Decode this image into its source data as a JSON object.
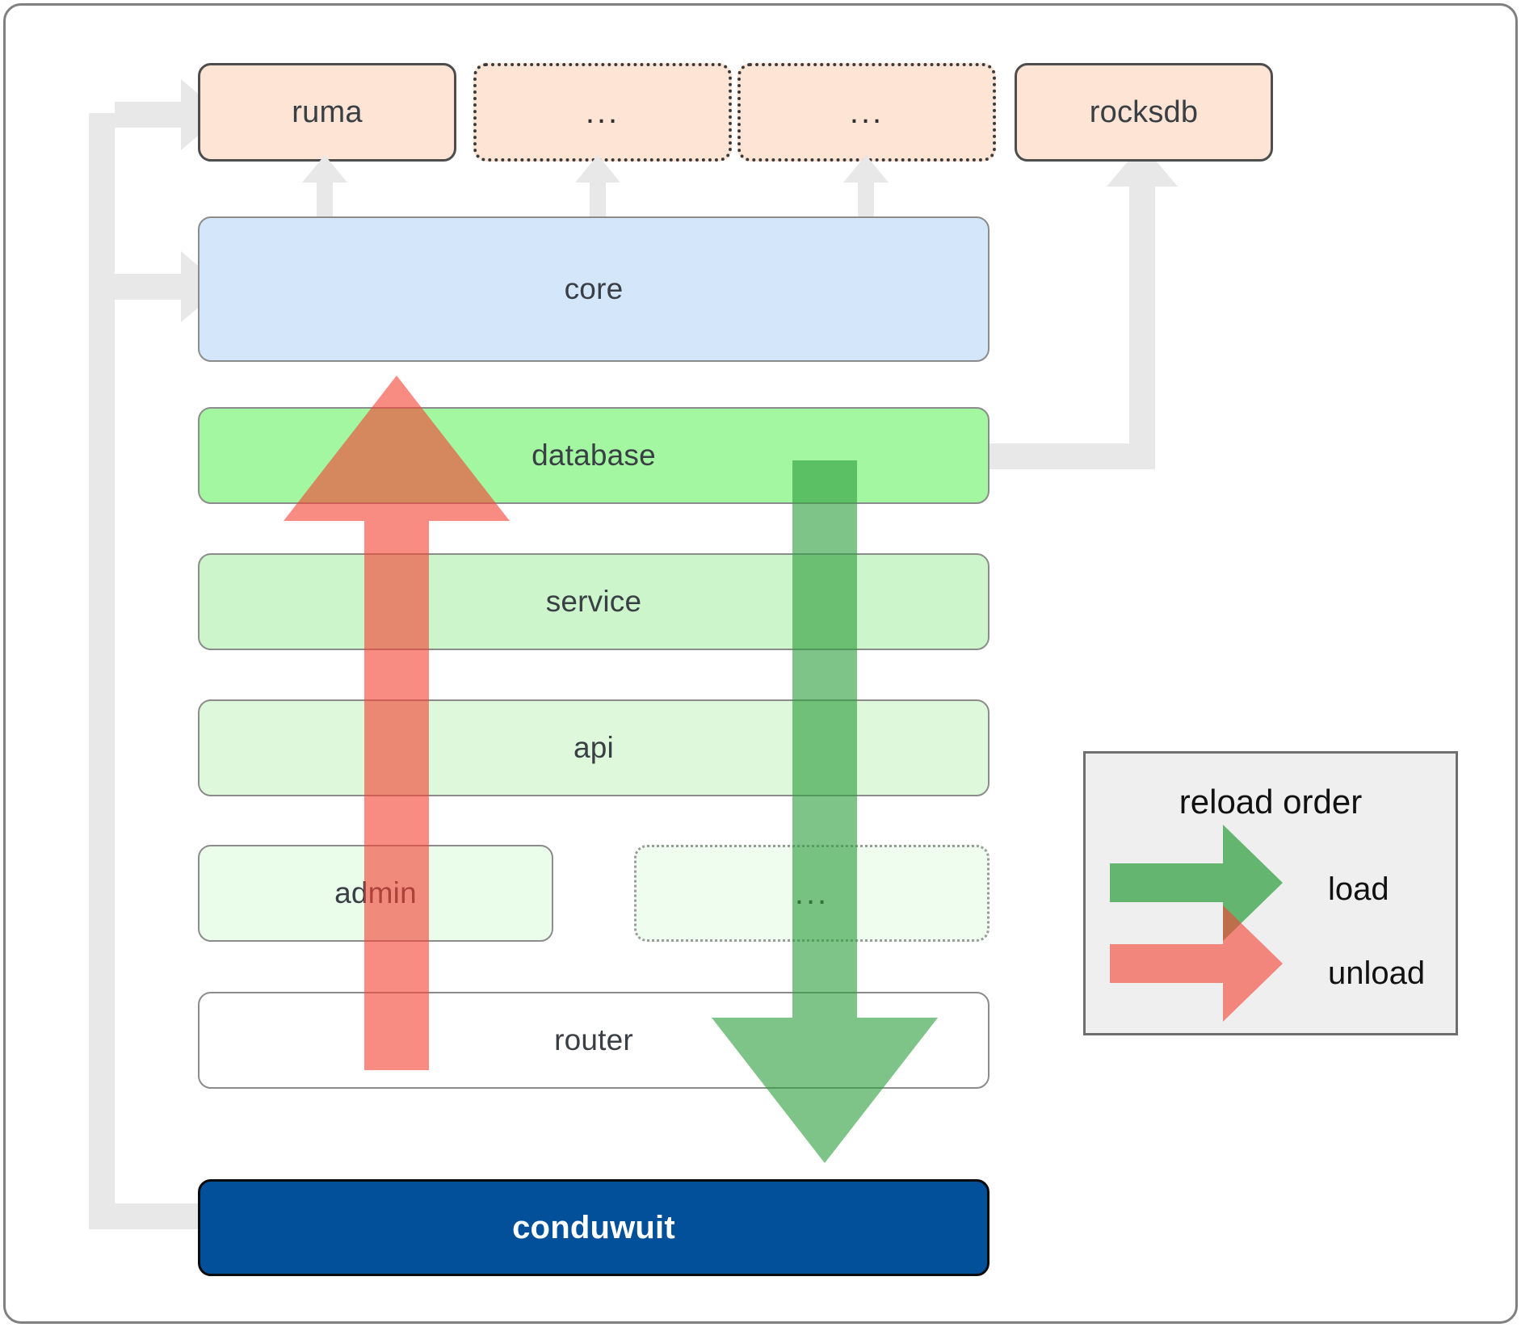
{
  "diagram": {
    "title": "conduwuit crate layer / reload order diagram",
    "root": {
      "label": "conduwuit"
    },
    "dependencies": [
      {
        "label": "ruma",
        "style": "solid"
      },
      {
        "label": "...",
        "style": "dotted"
      },
      {
        "label": "...",
        "style": "dotted"
      },
      {
        "label": "rocksdb",
        "style": "solid"
      }
    ],
    "layers": [
      {
        "label": "core",
        "style": "solid",
        "color": "#d4e6fa"
      },
      {
        "label": "database",
        "style": "solid",
        "color": "#a3f7a0"
      },
      {
        "label": "service",
        "style": "solid",
        "color": "#cdf5cb"
      },
      {
        "label": "api",
        "style": "solid",
        "color": "#ddf8db"
      },
      {
        "label": "admin",
        "style": "solid",
        "color": "#eafcea"
      },
      {
        "label": "...",
        "style": "dotted",
        "color": "#eefdee"
      },
      {
        "label": "router",
        "style": "solid",
        "color": "#ffffff"
      }
    ]
  },
  "legend": {
    "title": "reload order",
    "items": [
      {
        "label": "load",
        "color": "#4caf50",
        "direction": "down"
      },
      {
        "label": "unload",
        "color": "#f77",
        "direction": "up"
      }
    ]
  },
  "colors": {
    "dependency_fill": "#fde4d4",
    "dependency_border": "#4d4d4d",
    "root_fill": "#03509a",
    "root_text": "#ffffff",
    "connector": "#e8e8e8",
    "load_arrow": "#4caf50",
    "unload_arrow": "#ff7b7b",
    "frame_border": "#808080",
    "legend_fill": "#efefef"
  }
}
